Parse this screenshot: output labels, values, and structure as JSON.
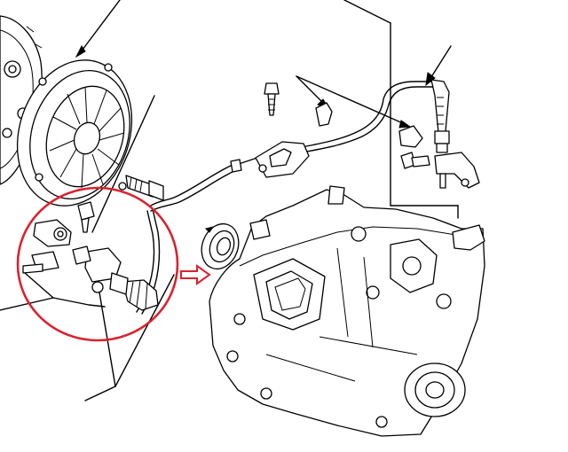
{
  "diagram": {
    "components": [
      {
        "id": "clutch-pressure-plate",
        "icon": "pressure-plate-icon"
      },
      {
        "id": "clutch-disc",
        "icon": "clutch-disc-icon"
      },
      {
        "id": "slave-cylinder-assembly",
        "icon": "slave-cylinder-icon"
      },
      {
        "id": "clutch-fluid-line",
        "icon": "pipe-icon"
      },
      {
        "id": "flexible-hose",
        "icon": "hose-icon"
      },
      {
        "id": "release-bearing",
        "icon": "bearing-icon"
      },
      {
        "id": "transmission-housing",
        "icon": "transmission-icon"
      },
      {
        "id": "mounting-bolts",
        "icon": "bolt-icon"
      },
      {
        "id": "brackets-clips",
        "icon": "clip-icon"
      }
    ],
    "highlight": {
      "shape": "circle",
      "color": "#d9232f"
    },
    "pointer_arrow": {
      "direction": "right",
      "color": "#d9232f"
    },
    "line_color": "#000000",
    "background": "#ffffff"
  }
}
